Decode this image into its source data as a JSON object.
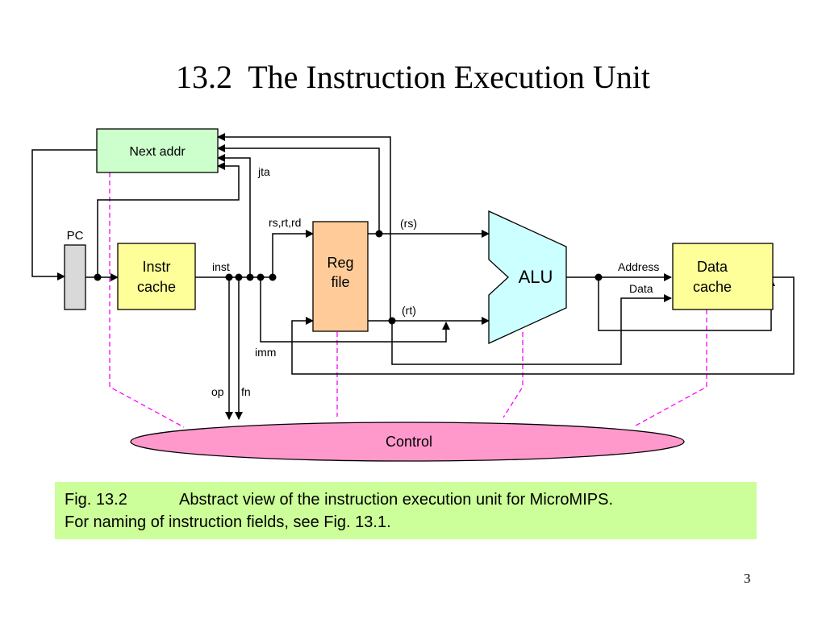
{
  "slide": {
    "title": "13.2  The Instruction Execution Unit",
    "page_number": "3"
  },
  "diagram": {
    "blocks": {
      "next_addr": "Next addr",
      "pc": "PC",
      "instr_cache": [
        "Instr",
        "cache"
      ],
      "reg_file": [
        "Reg",
        "file"
      ],
      "alu": "ALU",
      "data_cache": [
        "Data",
        "cache"
      ],
      "control": "Control"
    },
    "signals": {
      "jta": "jta",
      "inst": "inst",
      "rs_rt_rd": "rs,rt,rd",
      "rs": "(rs)",
      "rt": "(rt)",
      "imm": "imm",
      "op": "op",
      "fn": "fn",
      "address": "Address",
      "data": "Data"
    },
    "colors": {
      "next_addr_fill": "#ccffcc",
      "pc_fill": "#d9d9d9",
      "cache_fill": "#ffff99",
      "reg_file_fill": "#ffcc99",
      "alu_fill": "#ccffff",
      "control_fill": "#ff99cc",
      "control_link": "#ff00ff",
      "caption_fill": "#ccff99"
    }
  },
  "caption": {
    "fig_label": "Fig. 13.2",
    "line1": "Abstract view of the instruction execution unit for MicroMIPS.",
    "line2": "For naming of instruction fields, see Fig. 13.1."
  }
}
